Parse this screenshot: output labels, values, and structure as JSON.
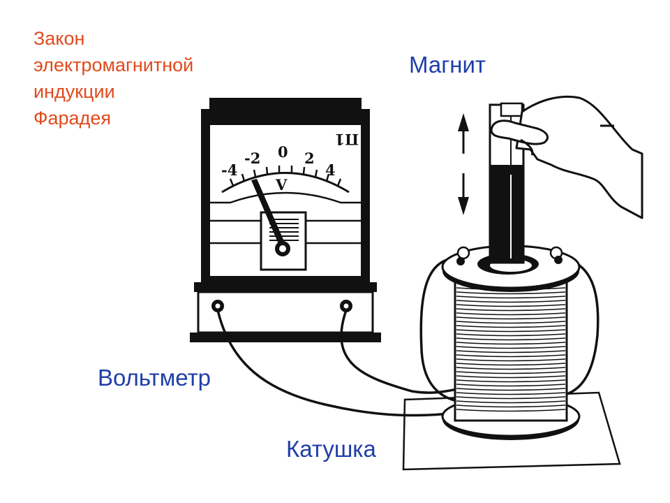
{
  "title": {
    "lines": [
      "Закон",
      "электромагнитной",
      "индукции",
      "Фарадея"
    ],
    "color": "#e04a1c"
  },
  "labels": {
    "magnet": "Магнит",
    "voltmeter": "Вольтметр",
    "coil": "Катушка",
    "color": "#1f3ea8"
  },
  "meter": {
    "scale": [
      "-4",
      "-2",
      "0",
      "2",
      "4"
    ],
    "unit": "V",
    "marking": "П1"
  }
}
